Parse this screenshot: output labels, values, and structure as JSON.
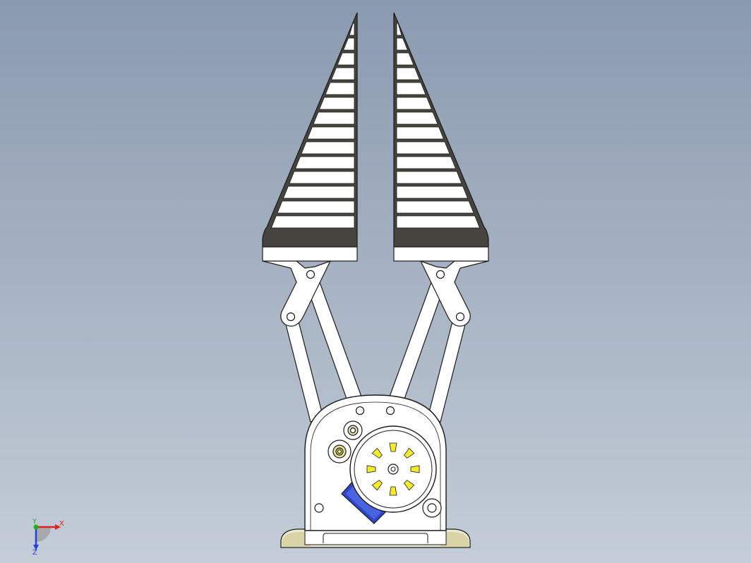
{
  "viewport": {
    "background_top": "#8a9ab0",
    "background_bottom": "#c4cdd8"
  },
  "model": {
    "subject": "gripper-assembly",
    "fingers": 2,
    "finger_ribs_per_side": 14,
    "servo_horn_spokes": 8,
    "colors": {
      "finger_dark": "#45443f",
      "part_white": "#ffffff",
      "outline": "#1a1a1a",
      "servo_blue": "#2f46c8",
      "horn_yellow": "#f4ea2a",
      "base_cream": "#e8e6cc"
    }
  },
  "triad": {
    "x_label": "X",
    "y_label": "Y",
    "z_label": "Z",
    "x_color": "#e02020",
    "y_color": "#20b020",
    "z_color": "#2040e0"
  }
}
